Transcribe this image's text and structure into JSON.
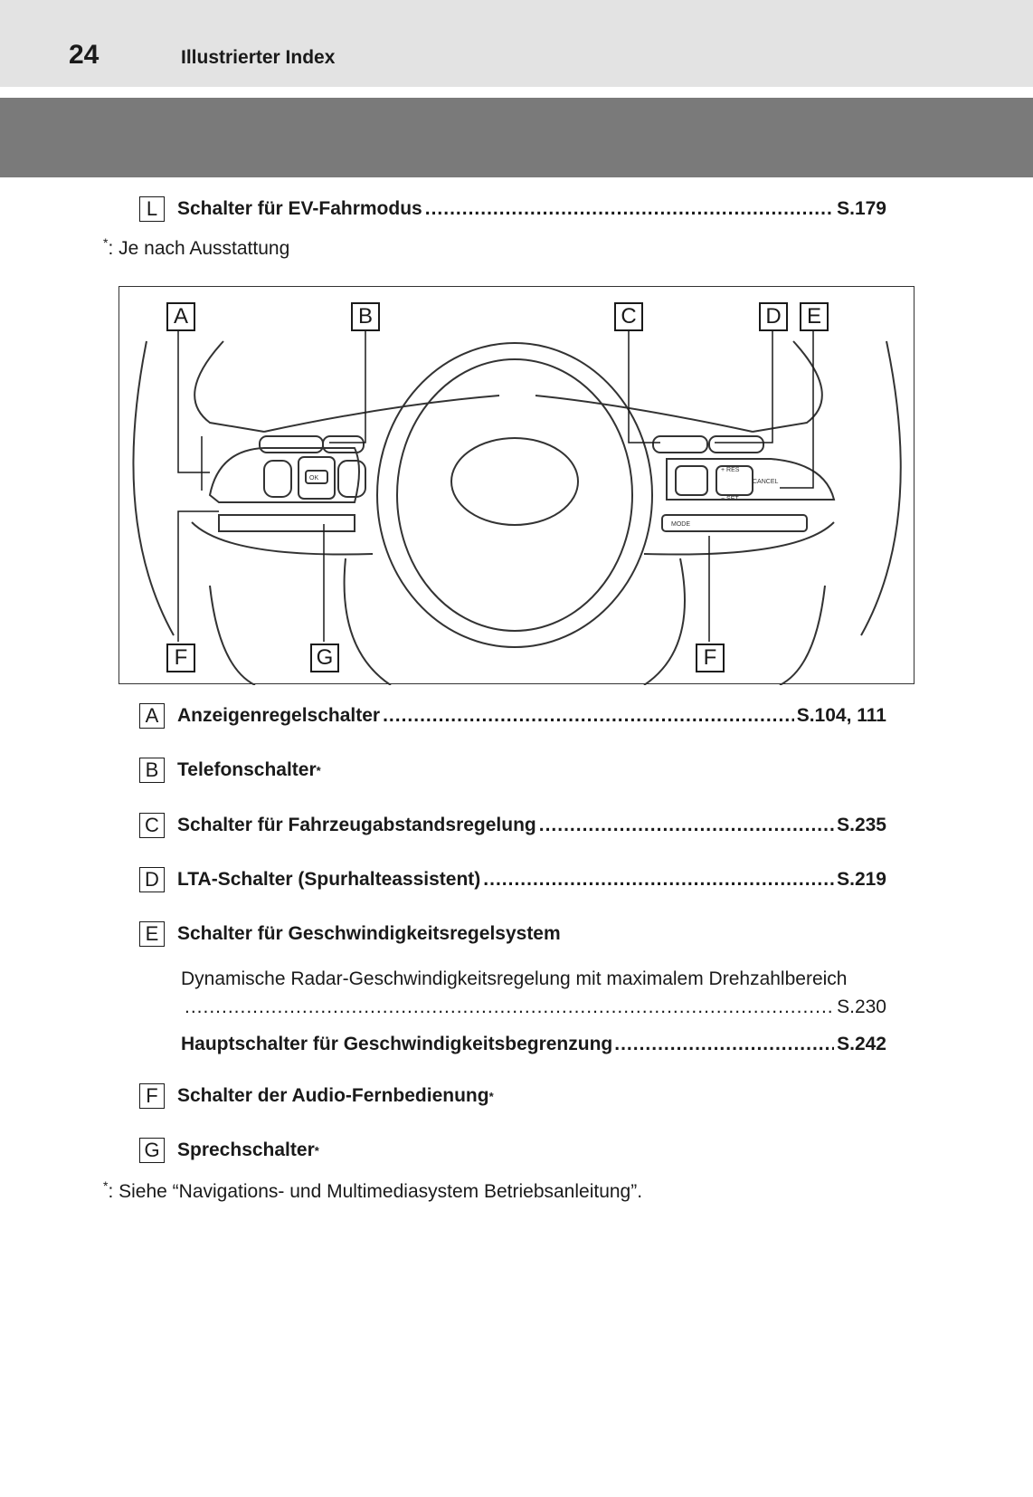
{
  "header": {
    "page_number": "24",
    "section_title": "Illustrierter Index"
  },
  "top_entry": {
    "letter": "L",
    "label": "Schalter für EV-Fahrmodus",
    "page_ref": "S.179"
  },
  "note_top": {
    "star": "*",
    "text": ": Je nach Ausstattung"
  },
  "figure": {
    "labels": [
      "A",
      "B",
      "C",
      "D",
      "E",
      "F",
      "G",
      "F"
    ],
    "button_texts": {
      "ok": "OK",
      "cancel": "CANCEL",
      "mode": "MODE",
      "res": "+ RES",
      "set": "− SET"
    }
  },
  "entries": [
    {
      "letter": "A",
      "label": "Anzeigenregelschalter",
      "page_ref": "S.104, 111",
      "star": ""
    },
    {
      "letter": "B",
      "label": "Telefonschalter",
      "page_ref": "",
      "star": "*"
    },
    {
      "letter": "C",
      "label": "Schalter für Fahrzeugabstandsregelung",
      "page_ref": "S.235",
      "star": ""
    },
    {
      "letter": "D",
      "label": "LTA-Schalter (Spurhalteassistent)",
      "page_ref": "S.219",
      "star": ""
    },
    {
      "letter": "E",
      "label": "Schalter für Geschwindigkeitsregelsystem",
      "page_ref": "",
      "star": ""
    },
    {
      "letter": "F",
      "label": "Schalter der Audio-Fernbedienung",
      "page_ref": "",
      "star": "*"
    },
    {
      "letter": "G",
      "label": "Sprechschalter",
      "page_ref": "",
      "star": "*"
    }
  ],
  "sub_entries": {
    "radar_label": "Dynamische Radar-Geschwindigkeitsregelung mit maximalem Drehzahlbereich",
    "radar_page_ref": "S.230",
    "limiter_label": "Hauptschalter für Geschwindigkeitsbegrenzung",
    "limiter_page_ref": "S.242"
  },
  "note_bottom": {
    "star": "*",
    "text": ": Siehe “Navigations- und Multimediasystem Betriebsanleitung”."
  }
}
